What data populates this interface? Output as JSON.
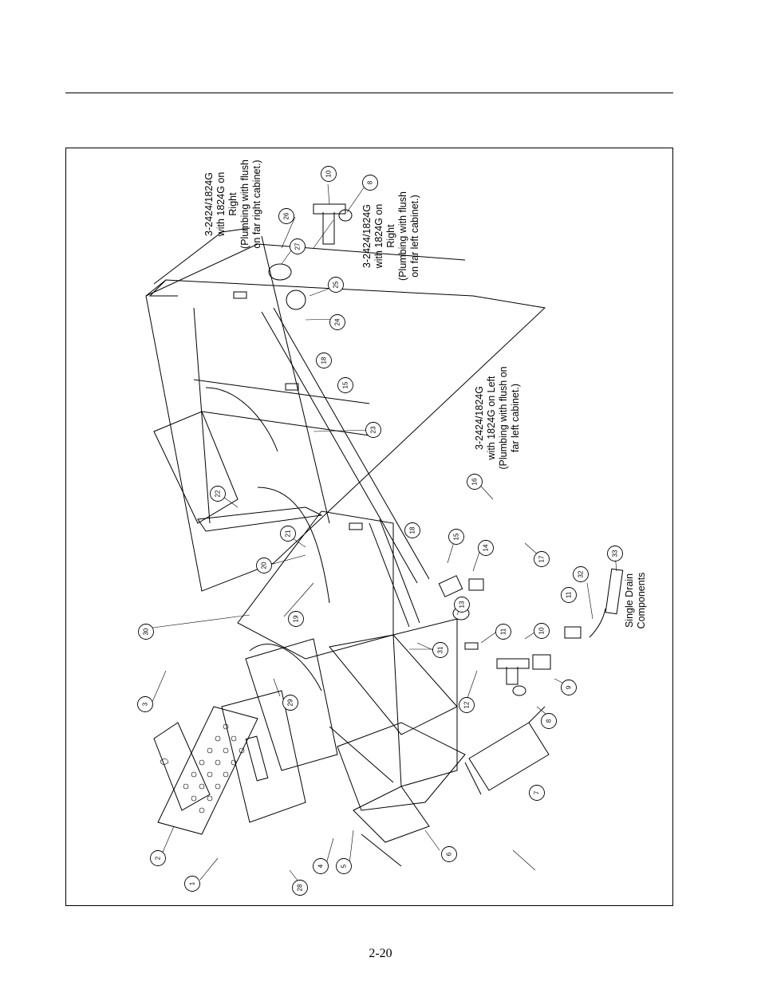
{
  "page": {
    "number": "2-20"
  },
  "diagram": {
    "notes": [
      {
        "id": "note-right-cabinet",
        "lines": [
          "3-2424/1824G",
          "with 1824G on",
          "Right",
          "(Plumbing with flush",
          "on far right cabinet.)"
        ]
      },
      {
        "id": "note-left-cabinet-right",
        "lines": [
          "3-2424/1824G",
          "with 1824G on",
          "Right",
          "(Plumbing with flush",
          "on far left cabinet.)"
        ]
      },
      {
        "id": "note-left",
        "lines": [
          "3-2424/1824G",
          "with 1824G on Left",
          "(Plumbing with flush on",
          "far left cabinet.)"
        ]
      },
      {
        "id": "note-single-drain",
        "lines": [
          "Single Drain",
          "Components"
        ]
      }
    ],
    "callouts": [
      "1",
      "2",
      "3",
      "4",
      "5",
      "6",
      "7",
      "8",
      "8",
      "9",
      "10",
      "10",
      "11",
      "11",
      "12",
      "13",
      "14",
      "15",
      "15",
      "16",
      "17",
      "18",
      "18",
      "19",
      "20",
      "21",
      "22",
      "23",
      "24",
      "25",
      "26",
      "27",
      "28",
      "29",
      "30",
      "31",
      "32",
      "33"
    ]
  }
}
